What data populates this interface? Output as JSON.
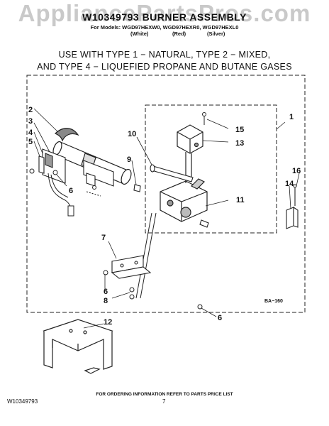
{
  "watermark": "AppliancePartsPros.com",
  "header": {
    "title": "W10349793 BURNER ASSEMBLY",
    "models": "For Models: WGD97HEXW0, WGD97HEXR0, WGD97HEXL0",
    "color_white": "(White)",
    "color_red": "(Red)",
    "color_silver": "(Silver)"
  },
  "use_line1": "USE WITH TYPE 1 − NATURAL, TYPE 2 − MIXED,",
  "use_line2": "AND TYPE 4 − LIQUEFIED PROPANE AND BUTANE GASES",
  "callouts": {
    "c1": "1",
    "c2": "2",
    "c3": "3",
    "c4": "4",
    "c5": "5",
    "c6a": "6",
    "c7": "7",
    "c6b": "6",
    "c8": "8",
    "c6c": "6",
    "c9": "9",
    "c10": "10",
    "c11": "11",
    "c12": "12",
    "c13": "13",
    "c14": "14",
    "c15": "15",
    "c16": "16"
  },
  "ba_code": "BA−160",
  "footer": {
    "ordering": "FOR ORDERING INFORMATION REFER TO PARTS PRICE LIST",
    "doc_id": "W10349793",
    "page": "7"
  }
}
